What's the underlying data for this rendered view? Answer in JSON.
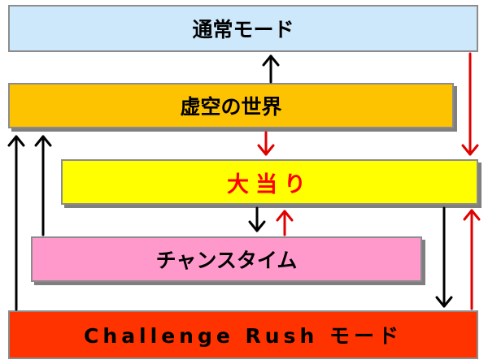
{
  "boxes": {
    "normal": "通常モード",
    "void": "虚空の世界",
    "jackpot": "大当り",
    "chance": "チャンスタイム",
    "rush": "Challenge Rush モード"
  },
  "colors": {
    "normal_bg": "#cce8fa",
    "void_bg": "#fdc200",
    "jackpot_bg": "#ffff00",
    "jackpot_text": "#ff0000",
    "chance_bg": "#ff99cc",
    "rush_bg": "#ff3300",
    "arrow_black": "#000000",
    "arrow_red": "#e00000"
  }
}
